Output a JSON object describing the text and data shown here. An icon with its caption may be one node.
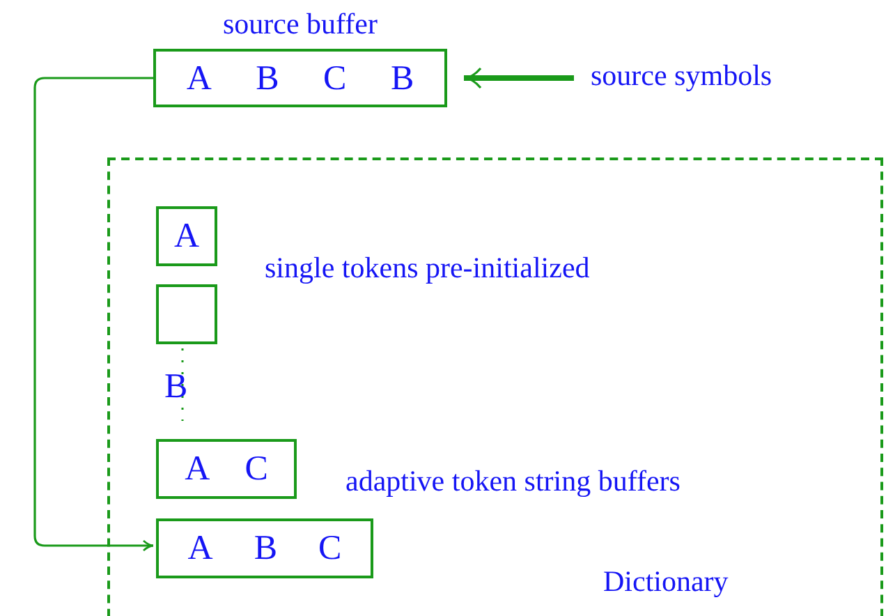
{
  "diagram": {
    "nodes": [
      {
        "text": [
          "source buffer",
          "A",
          "B",
          "C",
          "B"
        ]
      },
      {
        "text": [
          "source symbols"
        ]
      },
      {
        "text": [
          "Dictionary"
        ]
      },
      {
        "text": [
          "A"
        ],
        "in": 2
      },
      {
        "text": [],
        "shape": "box",
        "in": 2
      },
      {
        "text": [
          "A",
          "C"
        ],
        "in": 2
      },
      {
        "text": [
          "A",
          "B",
          "C"
        ],
        "in": 2
      }
    ],
    "edges": [
      {
        "from": 1,
        "to": 0,
        "arrow": "to",
        "style": "thick"
      },
      {
        "from": 0,
        "to": 6,
        "arrow": "to"
      }
    ],
    "labels": [
      "single tokens pre-initialized",
      "B",
      "adaptive token string buffers"
    ]
  }
}
